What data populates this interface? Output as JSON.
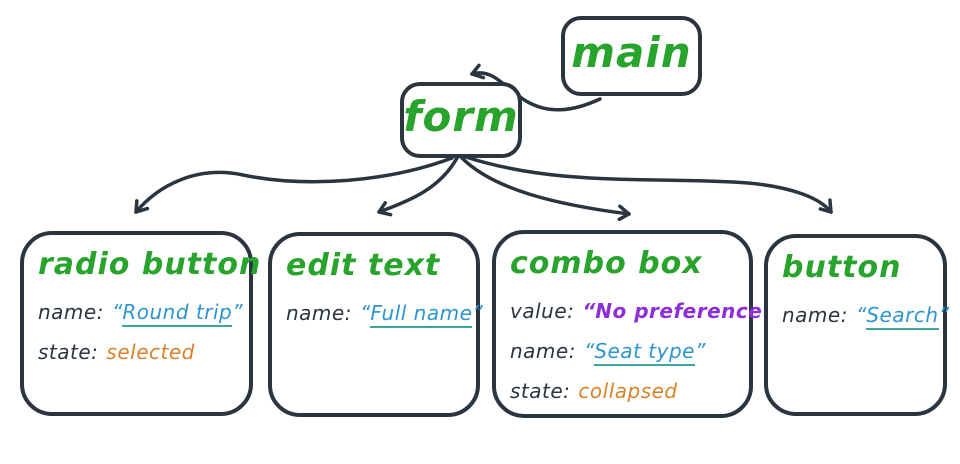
{
  "colors": {
    "ink": "#2a3540",
    "green": "#28a32b",
    "blue": "#2e95cf",
    "underline": "#3aa89f",
    "orange": "#d9822b",
    "purple": "#8e2fd6",
    "bg": "#ffffff"
  },
  "nodes": {
    "main": {
      "label": "main"
    },
    "form": {
      "label": "form"
    },
    "radio": {
      "title": "radio button",
      "rows": [
        {
          "key": "name:",
          "open": "“",
          "text": "Round trip",
          "close": "”"
        },
        {
          "key": "state:",
          "text": "selected"
        }
      ]
    },
    "edit": {
      "title": "edit text",
      "rows": [
        {
          "key": "name:",
          "open": "“",
          "text": "Full name",
          "close": "”"
        }
      ]
    },
    "combo": {
      "title": "combo box",
      "rows": [
        {
          "key": "value:",
          "open": "“",
          "text": "No preference",
          "close": "”"
        },
        {
          "key": "name:",
          "open": "“",
          "text": "Seat type",
          "close": "”"
        },
        {
          "key": "state:",
          "text": "collapsed"
        }
      ]
    },
    "button": {
      "title": "button",
      "rows": [
        {
          "key": "name:",
          "open": "“",
          "text": "Search",
          "close": "”"
        }
      ]
    }
  }
}
